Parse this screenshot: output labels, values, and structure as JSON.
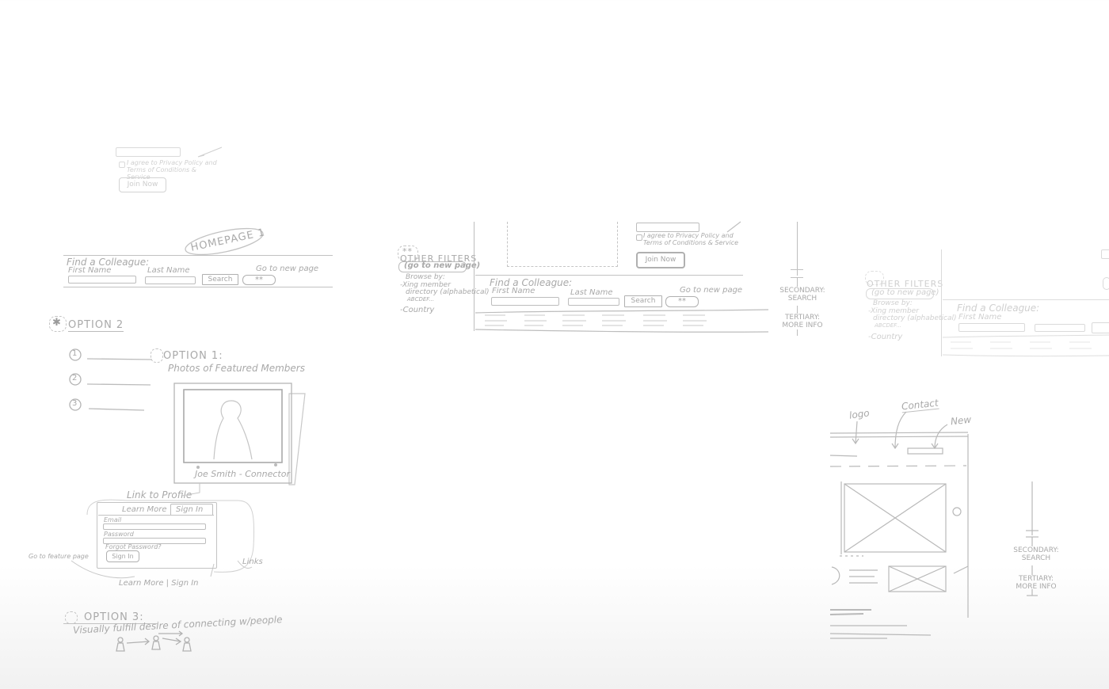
{
  "join_form_top": {
    "checkbox_text": "I agree to Privacy Policy and Terms of Conditions & Service",
    "join_button": "Join Now"
  },
  "homepage_sketch": {
    "title": "HOMEPAGE 1",
    "find_label": "Find a Colleague:",
    "first_name": "First Name",
    "last_name": "Last Name",
    "search_button": "Search",
    "stars": "**",
    "note": "Go to new page"
  },
  "option2": {
    "title": "OPTION 2",
    "items": [
      "1",
      "2",
      "3"
    ]
  },
  "option1": {
    "title": "OPTION 1:",
    "subtitle": "Photos of Featured Members",
    "caption": "Joe Smith - Connector",
    "link_label": "Link to Profile",
    "tabs": [
      "Learn More",
      "Sign In"
    ],
    "fields": [
      "Email",
      "Password",
      "Forgot Password?"
    ],
    "sign_in_button": "Sign In",
    "note_left": "Go to feature page",
    "note_bottom": "Learn More | Sign In",
    "note_right": "Links"
  },
  "option3": {
    "title": "OPTION 3:",
    "subtitle": "Visually fulfill desire of connecting w/people"
  },
  "center_sketch": {
    "filters_stars": "**",
    "filters_title": "OTHER FILTERS",
    "filters_sub": "(go to new page)",
    "browse_by": "Browse by:",
    "xing_member": "Xing member",
    "directory": "directory (alphabetical)",
    "abc": "ABCDEF...",
    "country": "Country",
    "checkbox_text": "I agree to Privacy Policy and Terms of Conditions & Service",
    "join_button": "Join Now",
    "find_label": "Find a Colleague:",
    "first_name": "First Name",
    "last_name": "Last Name",
    "search_button": "Search",
    "stars": "**",
    "note": "Go to new page",
    "secondary": "SECONDARY: SEARCH",
    "tertiary": "TERTIARY: MORE INFO"
  },
  "right_sketch": {
    "filters_title": "OTHER FILTERS",
    "filters_sub": "(go to new page)",
    "browse_by": "Browse by:",
    "xing_member": "Xing member",
    "directory": "directory (alphabetical)",
    "abc": "ABCDEF...",
    "country": "Country",
    "find_label": "Find a Colleague:",
    "first_name": "First Name"
  },
  "bottom_right": {
    "logo": "logo",
    "contact": "Contact",
    "new": "New",
    "secondary": "SECONDARY: SEARCH",
    "tertiary": "TERTIARY: MORE INFO"
  }
}
